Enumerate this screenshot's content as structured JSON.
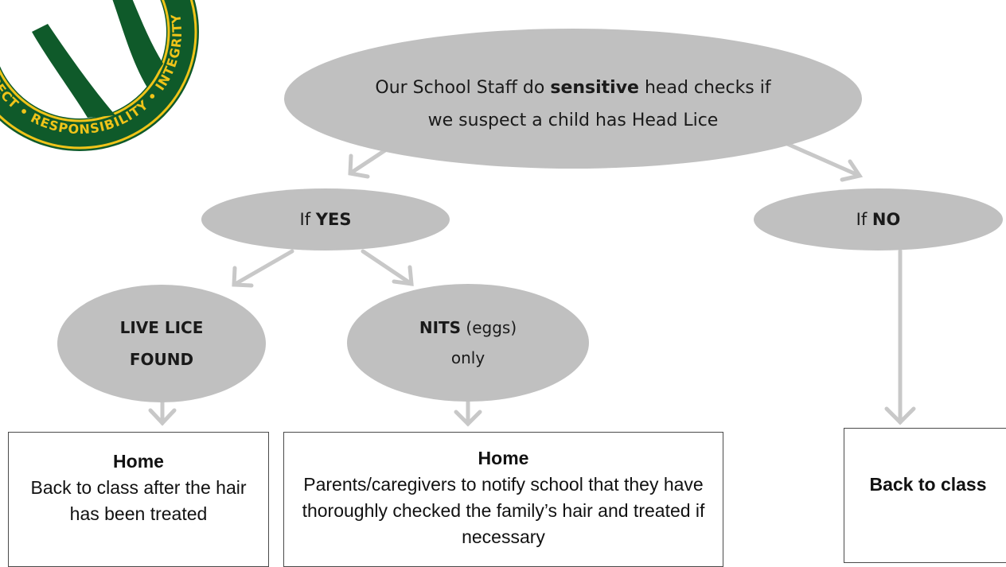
{
  "logo": {
    "ring_text": "RESPECT • RESPONSIBILITY • INTEGRITY",
    "colors": {
      "green": "#0f5a2a",
      "gold": "#f0c419"
    }
  },
  "colors": {
    "node_fill": "#c0c0c0",
    "arrow": "#c8c8c8",
    "box_border": "#4a4a4a"
  },
  "top_node": {
    "prefix": "Our School Staff do ",
    "bold": "sensitive",
    "suffix": " head checks if we suspect a child has Head Lice"
  },
  "yes_node": {
    "prefix": "If ",
    "bold": "YES"
  },
  "no_node": {
    "prefix": "If ",
    "bold": "NO"
  },
  "live_node": {
    "line1": "LIVE LICE",
    "line2": "FOUND"
  },
  "nits_node": {
    "bold": "NITS",
    "rest": " (eggs)",
    "line2": "only"
  },
  "box_live": {
    "heading": "Home",
    "body": "Back to class after the hair has been treated"
  },
  "box_nits": {
    "heading": "Home",
    "body": "Parents/caregivers to notify school that they have thoroughly checked the family’s hair and treated if necessary"
  },
  "box_no": {
    "heading": "Back to class"
  }
}
